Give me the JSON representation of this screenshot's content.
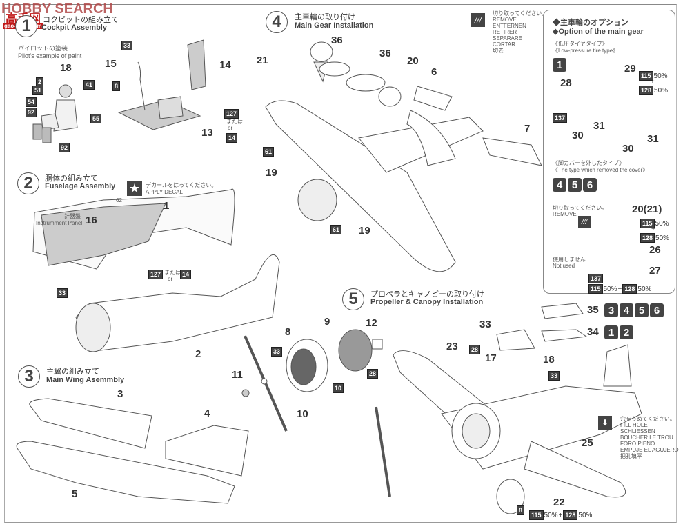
{
  "watermark": {
    "brand": "HOBBY SEARCH",
    "cn_site": "高手网",
    "url": "gao-shou.com"
  },
  "steps": [
    {
      "number": "1",
      "title_jp": "コクピットの組み立て",
      "title_en": "Cockpit Assembly"
    },
    {
      "number": "2",
      "title_jp": "胴体の組み立て",
      "title_en": "Fuselage Assembly"
    },
    {
      "number": "3",
      "title_jp": "主翼の組み立て",
      "title_en": "Main Wing Asemmbly"
    },
    {
      "number": "4",
      "title_jp": "主車輪の取り付け",
      "title_en": "Main Gear Installation"
    },
    {
      "number": "5",
      "title_jp": "プロペラとキャノピーの取り付け",
      "title_en": "Propeller & Canopy Installation"
    }
  ],
  "step1": {
    "pilot_note_jp": "パイロットの塗装",
    "pilot_note_en": "Pilot's example of paint",
    "parts": [
      "18",
      "15",
      "14",
      "13"
    ],
    "colors": [
      "2",
      "41",
      "51",
      "54",
      "92",
      "55",
      "92",
      "33",
      "8",
      "127",
      "14"
    ],
    "or_jp": "または",
    "or_en": "or"
  },
  "step2": {
    "decal_jp": "デカールをはってください。",
    "decal_en": "APPLY DECAL",
    "decal_number": "62",
    "panel_jp": "計器盤",
    "panel_en": "Instrumment Panel",
    "parts": [
      "1",
      "16",
      "2"
    ],
    "colors": [
      "33",
      "127",
      "14"
    ],
    "or_jp": "または",
    "or_en": "or"
  },
  "step3": {
    "parts": [
      "3",
      "4",
      "5"
    ]
  },
  "step4": {
    "remove_notes": [
      "切り取ってください。",
      "REMOVE",
      "ENTFERNEN",
      "RETIRER",
      "SEPARARE",
      "CORTAR",
      "切去"
    ],
    "parts": [
      "21",
      "36",
      "36",
      "20",
      "6",
      "7",
      "19",
      "19"
    ],
    "colors": [
      "61",
      "61"
    ]
  },
  "option_box": {
    "title_jp": "◆主車輪のオプション",
    "title_en": "◆Option of the main gear",
    "type1_jp": "《低圧タイヤタイプ》",
    "type1_en": "《Low-pressure tire type》",
    "type1_versions": [
      "1"
    ],
    "type1_parts": [
      "28",
      "29",
      "30",
      "31",
      "30",
      "31"
    ],
    "type1_colors": [
      "137"
    ],
    "mix_a": "115",
    "mix_a_pct": "50%",
    "plus": "+",
    "mix_b": "128",
    "mix_b_pct": "50%",
    "type2_jp": "《脚カバーを外したタイプ》",
    "type2_en": "《The type which removed the cover》",
    "type2_versions": [
      "4",
      "5",
      "6"
    ],
    "remove_jp": "切り取ってください。",
    "remove_en": "REMOVE",
    "not_used_jp": "使用しません",
    "not_used_en": "Not used",
    "type2_parts": [
      "20(21)",
      "26",
      "27"
    ],
    "type2_colors": [
      "137"
    ]
  },
  "step5": {
    "parts": [
      "8",
      "9",
      "12",
      "11",
      "10",
      "35",
      "34",
      "33",
      "23",
      "17",
      "18",
      "25",
      "22"
    ],
    "colors": [
      "33",
      "28",
      "10",
      "28",
      "33",
      "8"
    ],
    "canopy35_versions": [
      "3",
      "4",
      "5",
      "6"
    ],
    "canopy34_versions": [
      "1",
      "2"
    ],
    "fill_notes": [
      "穴をうめてください。",
      "FILL HOLE",
      "SCHLIESSEN",
      "BOUCHER LE TROU",
      "FORO PIENO",
      "EMPUJE EL AGUJERO",
      "把孔填平"
    ],
    "mix_a": "115",
    "mix_a_pct": "50%",
    "plus": "+",
    "mix_b": "128",
    "mix_b_pct": "50%"
  }
}
